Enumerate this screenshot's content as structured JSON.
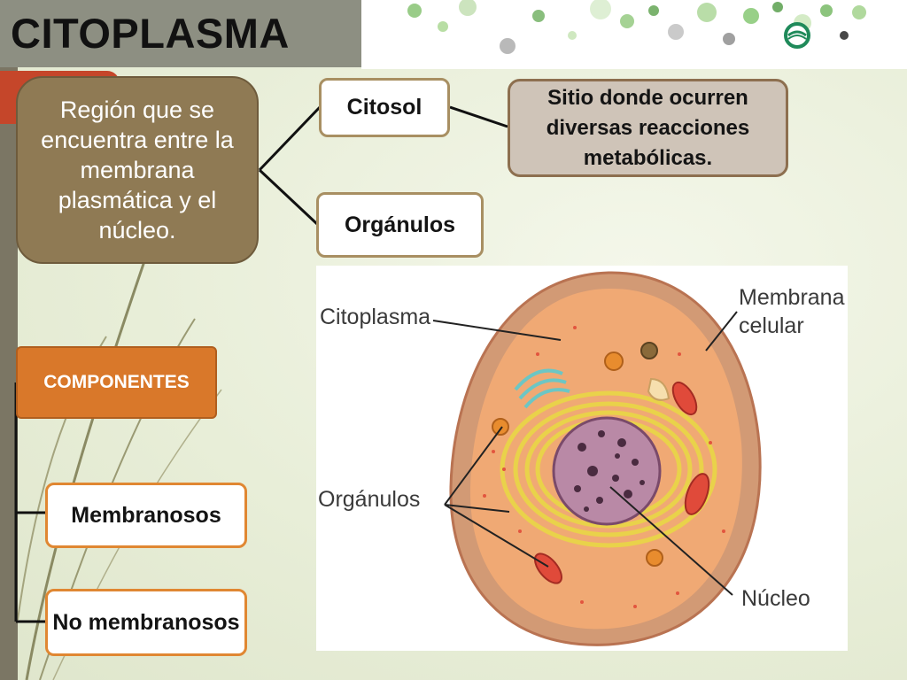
{
  "slide": {
    "title": "CITOPLASMA",
    "definition": "Región que se encuentra entre la membrana plasmática y el núcleo.",
    "branches": {
      "citosol": "Citosol",
      "organulos": "Orgánulos",
      "citosol_description": "Sitio donde ocurren diversas reacciones metabólicas."
    },
    "components": {
      "heading": "COMPONENTES",
      "items": [
        "Membranosos",
        "No membranosos"
      ]
    },
    "cell_figure": {
      "labels": {
        "citoplasma": "Citoplasma",
        "membrana": "Membrana celular",
        "organulos": "Orgánulos",
        "nucleo": "Núcleo"
      }
    }
  },
  "colors": {
    "title_bar": "#8d8f82",
    "definition_box": "#8f7a54",
    "componentes_box": "#d9782a",
    "citosol_desc_box": "#cfc4b8",
    "accent_red": "#c5462a"
  }
}
